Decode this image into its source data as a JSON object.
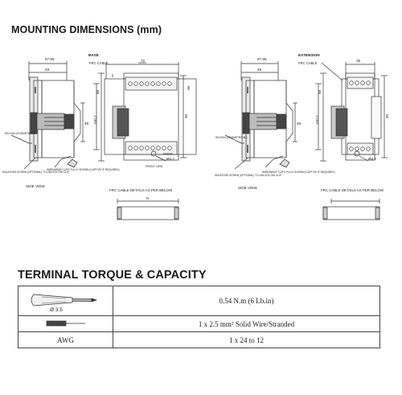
{
  "heading": "MOUNTING DIMENSIONS (mm)",
  "drawings": {
    "base_label": "BASE",
    "extension_label": "EXTENSION",
    "frc_cable": "FRC CABLE",
    "front_view": "FRONT VIEW",
    "side_view": "SIDE VIEW",
    "frc_details": "FRC CABLE DETAILS AS PER BELOW",
    "din_rail": "DIN RAIL (SYMMETRICAL)",
    "mount_screw": "MOUNTING SCREW (OPTIONAL) TO UNLOCK DIN CLIP",
    "wire_clips": "WIRE/WRAP CLIPS FULLY SHOWN (CAPTIVE IF REQUIRED)",
    "dims": {
      "d_5795": "57,95",
      "d_49": "49",
      "d_48": "48",
      "d_72": "72",
      "d_36": "36",
      "d_88": "88",
      "d_90": "90",
      "d_100_2": "100,2",
      "d_35": "35",
      "d_phi": "Ø4,2",
      "d_n": "N"
    }
  },
  "torque_heading": "TERMINAL TORQUE & CAPACITY",
  "torque_table": {
    "screwdriver_dim": "Ø 3.5",
    "rows": [
      {
        "value": "0.54 N.m (6 Lb.in)"
      },
      {
        "value": "1 x 2.5 mm² Solid Wire/Stranded"
      },
      {
        "label": "AWG",
        "value": "1 x 24 to 12"
      }
    ]
  }
}
